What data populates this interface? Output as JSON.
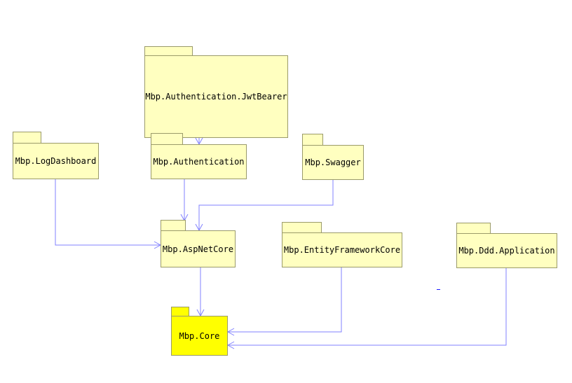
{
  "packages": {
    "jwt": "Mbp.Authentication.JwtBearer",
    "logdash": "Mbp.LogDashboard",
    "auth": "Mbp.Authentication",
    "swagger": "Mbp.Swagger",
    "aspnet": "Mbp.AspNetCore",
    "efcore": "Mbp.EntityFrameworkCore",
    "dddapp": "Mbp.Ddd.Application",
    "core": "Mbp.Core"
  },
  "dependencies": [
    [
      "Mbp.Authentication.JwtBearer",
      "Mbp.Authentication"
    ],
    [
      "Mbp.Authentication",
      "Mbp.AspNetCore"
    ],
    [
      "Mbp.Swagger",
      "Mbp.AspNetCore"
    ],
    [
      "Mbp.LogDashboard",
      "Mbp.AspNetCore"
    ],
    [
      "Mbp.AspNetCore",
      "Mbp.Core"
    ],
    [
      "Mbp.EntityFrameworkCore",
      "Mbp.Core"
    ],
    [
      "Mbp.Ddd.Application",
      "Mbp.Core"
    ]
  ],
  "colors": {
    "package_fill": "#ffffc0",
    "highlight_fill": "#ffff00",
    "connector": "#8080ff"
  }
}
